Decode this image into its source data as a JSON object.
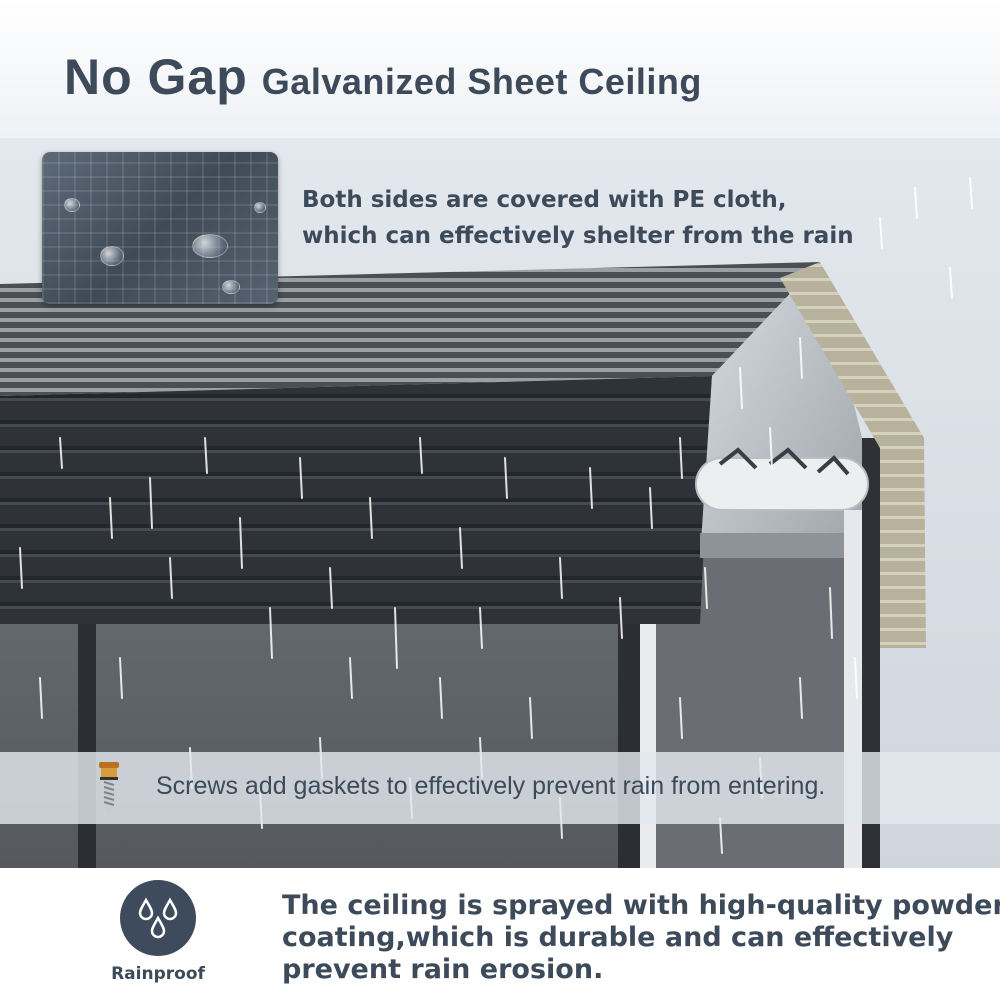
{
  "header": {
    "title_strong": "No Gap",
    "title_rest": "Galvanized Sheet Ceiling"
  },
  "notes": {
    "pe_cloth_lines": [
      "Both sides are covered with PE cloth,",
      "which can effectively shelter from the rain"
    ],
    "screws": "Screws add gaskets to effectively prevent rain from entering."
  },
  "rainproof": {
    "label": "Rainproof",
    "description_lines": [
      "The ceiling is sprayed with high-quality powder",
      "coating,which is durable and can effectively",
      "prevent rain erosion."
    ]
  },
  "colors": {
    "text": "#3d4a5a",
    "badge": "#3e4b5c",
    "roof": "#4a4f56",
    "wall": "#5c6067",
    "gutter": "#eceef0"
  },
  "icons": {
    "badge": "water-drops-icon",
    "screw": "screw-icon",
    "fabric": "pe-cloth-sample"
  }
}
